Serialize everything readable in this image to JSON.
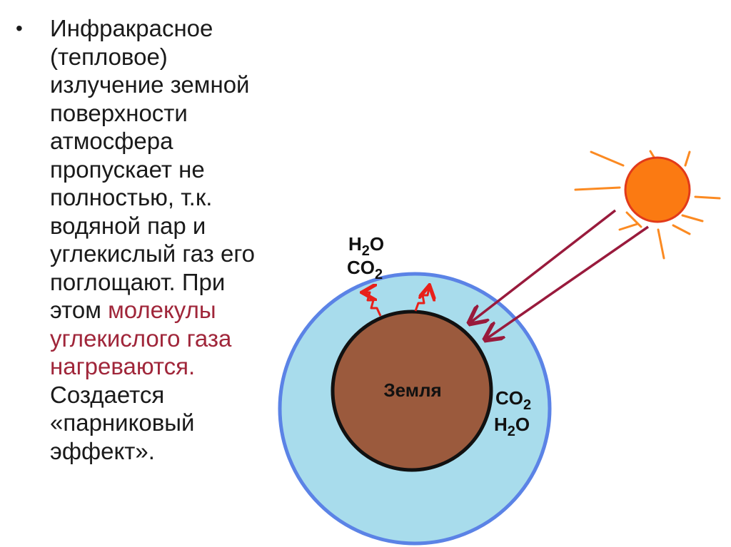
{
  "text": {
    "bullet": "•",
    "lines": [
      {
        "text": "Инфракрасное"
      },
      {
        "text": "(тепловое)"
      },
      {
        "text": "излучение земной"
      },
      {
        "text": "поверхности"
      },
      {
        "text": "атмосфера"
      },
      {
        "text": "пропускает не"
      },
      {
        "text": "полностью, т.к."
      },
      {
        "text": "водяной пар и"
      },
      {
        "text": "углекислый газ его"
      },
      {
        "text": "поглощают. При"
      },
      {
        "prefix": "этом ",
        "accent": "молекулы"
      },
      {
        "accent": "углекислого газа"
      },
      {
        "accent": "нагреваются."
      },
      {
        "text": "Создается"
      },
      {
        "text": "«парниковый"
      },
      {
        "text": "эффект»."
      }
    ]
  },
  "diagram": {
    "earth_label": "Земля",
    "top_labels": {
      "h2o": {
        "main": "H",
        "sub": "2",
        "tail": "O"
      },
      "co2": {
        "main": "CO",
        "sub": "2"
      }
    },
    "right_labels": {
      "co2": {
        "main": "CO",
        "sub": "2"
      },
      "h2o": {
        "main": "H",
        "sub": "2",
        "tail": "O"
      }
    },
    "colors": {
      "atmosphere_fill": "#a8dcec",
      "atmosphere_stroke": "#5b83e6",
      "earth_fill": "#9b5a3d",
      "earth_stroke": "#111111",
      "sun_fill": "#fb7a12",
      "sun_stroke": "#e23a1a",
      "sun_rays": "#fb8a22",
      "sunlight_arrows": "#991a3c",
      "heat_arrows": "#e8201a",
      "accent_text": "#a0263a"
    }
  }
}
